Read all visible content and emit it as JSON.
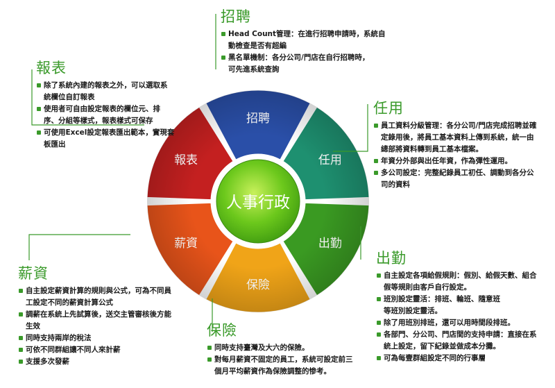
{
  "center": {
    "label": "人事行政"
  },
  "segments": [
    {
      "label": "招聘",
      "color": "#2a4fa8"
    },
    {
      "label": "任用",
      "color": "#1e9070"
    },
    {
      "label": "出勤",
      "color": "#3a9a22"
    },
    {
      "label": "保險",
      "color": "#f0a418"
    },
    {
      "label": "薪資",
      "color": "#e8541a"
    },
    {
      "label": "報表",
      "color": "#c42020"
    }
  ],
  "blocks": {
    "recruit": {
      "title": "招聘",
      "items": [
        "Head Count管理：在進行招聘申請時，系統自",
        "動檢查是否有超編",
        "黑名單機制：各分公司/門店在自行招聘時，",
        "可先進系統查詢"
      ]
    },
    "report": {
      "title": "報表",
      "items": [
        "除了系統內建的報表之外，可以選取系",
        "統欄位自訂報表",
        "使用者可自由設定報表的欄位元、排",
        "序、分組等樣式，報表樣式可保存",
        "可使用Excel設定報表匯出範本，實現套",
        "板匯出"
      ]
    },
    "appoint": {
      "title": "任用",
      "items": [
        "員工資料分級管理：各分公司/門店完成招聘並確",
        "定錄用後，將員工基本資料上傳到系統，統一由",
        "總部將資料轉到員工基本檔案。",
        "年資分外部與出任年資，作為彈性運用。",
        "多公司設定：完整紀錄員工初任、調動到各分公",
        "司的資料"
      ]
    },
    "salary": {
      "title": "薪資",
      "items": [
        "自主設定薪資計算的規則與公式，可為不同員",
        "工設定不同的薪資計算公式",
        "調薪在系統上先試算後，送交主管審核後方能",
        "生效",
        "同時支持兩岸的稅法",
        "可依不同群組讓不同人來計薪",
        "支援多次發薪"
      ]
    },
    "insurance": {
      "title": "保險",
      "items": [
        "同時支持臺灣及大六的保險。",
        "對每月薪資不固定的員工，系統可設定前三",
        "個月平均薪資作為保險調整的惨考。"
      ]
    },
    "attendance": {
      "title": "出勤",
      "items": [
        "自主設定各項給假規則：假別、給假天數、組合",
        "假等規則由客戶自行設定。",
        "班別設定靈活：排班、輪班、隨意班",
        "等班別設定靈活。",
        "除了用班別排班，還可以用時間段排班。",
        "各部門、分公司、門店間的支持申請：直接在系",
        "統上設定，留下紀錄並做成本分攤。",
        "可為每壹群組設定不同的行事層"
      ]
    }
  }
}
